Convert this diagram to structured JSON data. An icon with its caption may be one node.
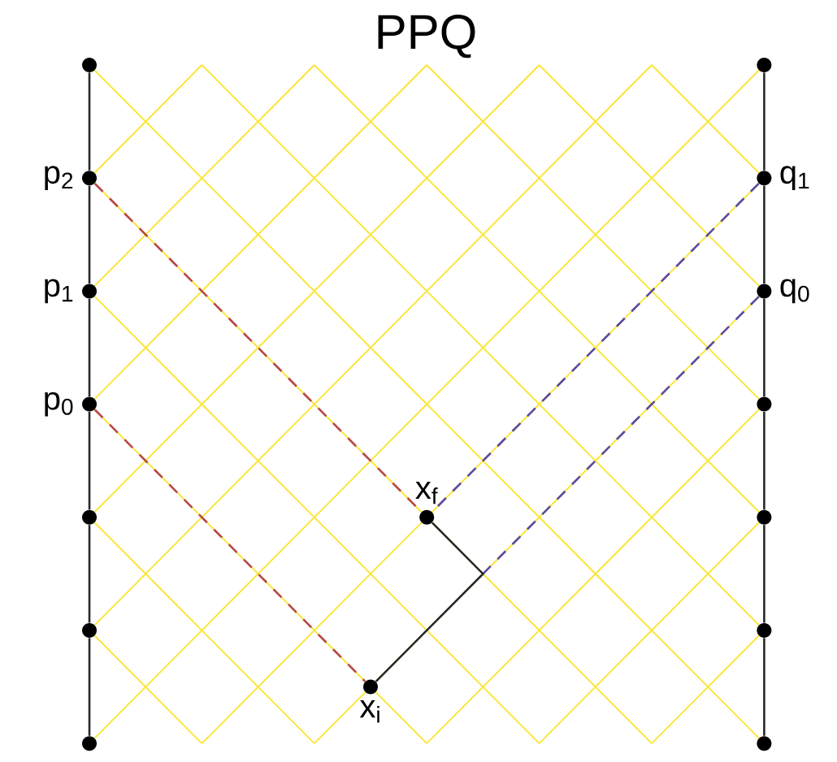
{
  "diagram": {
    "title": "PPQ",
    "nodes": [
      {
        "text": [],
        "shape": "circle"
      },
      {
        "text": [
          "p$_{2}$"
        ]
      },
      {
        "text": [
          "p$_{1}$"
        ]
      },
      {
        "text": [
          "p$_{0}$"
        ]
      },
      {
        "text": [],
        "shape": "circle"
      },
      {
        "text": [],
        "shape": "circle"
      },
      {
        "text": [],
        "shape": "circle"
      },
      {
        "text": [],
        "shape": "circle"
      },
      {
        "text": [
          "q$_{1}$"
        ]
      },
      {
        "text": [
          "q$_{0}$"
        ]
      },
      {
        "text": [],
        "shape": "circle"
      },
      {
        "text": [],
        "shape": "circle"
      },
      {
        "text": [],
        "shape": "circle"
      },
      {
        "text": [],
        "shape": "circle"
      },
      {
        "text": [
          "x$_{f}$"
        ]
      },
      {
        "text": [
          "x$_{i}$"
        ]
      }
    ],
    "edges": [
      {
        "from": 0,
        "to": 1,
        "arrow": "none"
      },
      {
        "from": 1,
        "to": 2,
        "arrow": "none"
      },
      {
        "from": 2,
        "to": 3,
        "arrow": "none"
      },
      {
        "from": 3,
        "to": 4,
        "arrow": "none"
      },
      {
        "from": 4,
        "to": 5,
        "arrow": "none"
      },
      {
        "from": 5,
        "to": 6,
        "arrow": "none"
      },
      {
        "from": 7,
        "to": 8,
        "arrow": "none"
      },
      {
        "from": 8,
        "to": 9,
        "arrow": "none"
      },
      {
        "from": 9,
        "to": 10,
        "arrow": "none"
      },
      {
        "from": 10,
        "to": 11,
        "arrow": "none"
      },
      {
        "from": 11,
        "to": 12,
        "arrow": "none"
      },
      {
        "from": 12,
        "to": 13,
        "arrow": "none"
      },
      {
        "from": 1,
        "to": 14,
        "arrow": "none",
        "style": "dashed",
        "color": "#b5474b"
      },
      {
        "from": 3,
        "to": 15,
        "arrow": "none",
        "style": "dashed",
        "color": "#b5474b"
      },
      {
        "from": 8,
        "to": 14,
        "arrow": "none",
        "style": "dashed",
        "color": "#5b4a9e"
      },
      {
        "from": 9,
        "to": null,
        "arrow": "none",
        "style": "dashed",
        "color": "#5b4a9e"
      },
      {
        "from": 15,
        "to": 14,
        "arrow": "none"
      }
    ]
  }
}
